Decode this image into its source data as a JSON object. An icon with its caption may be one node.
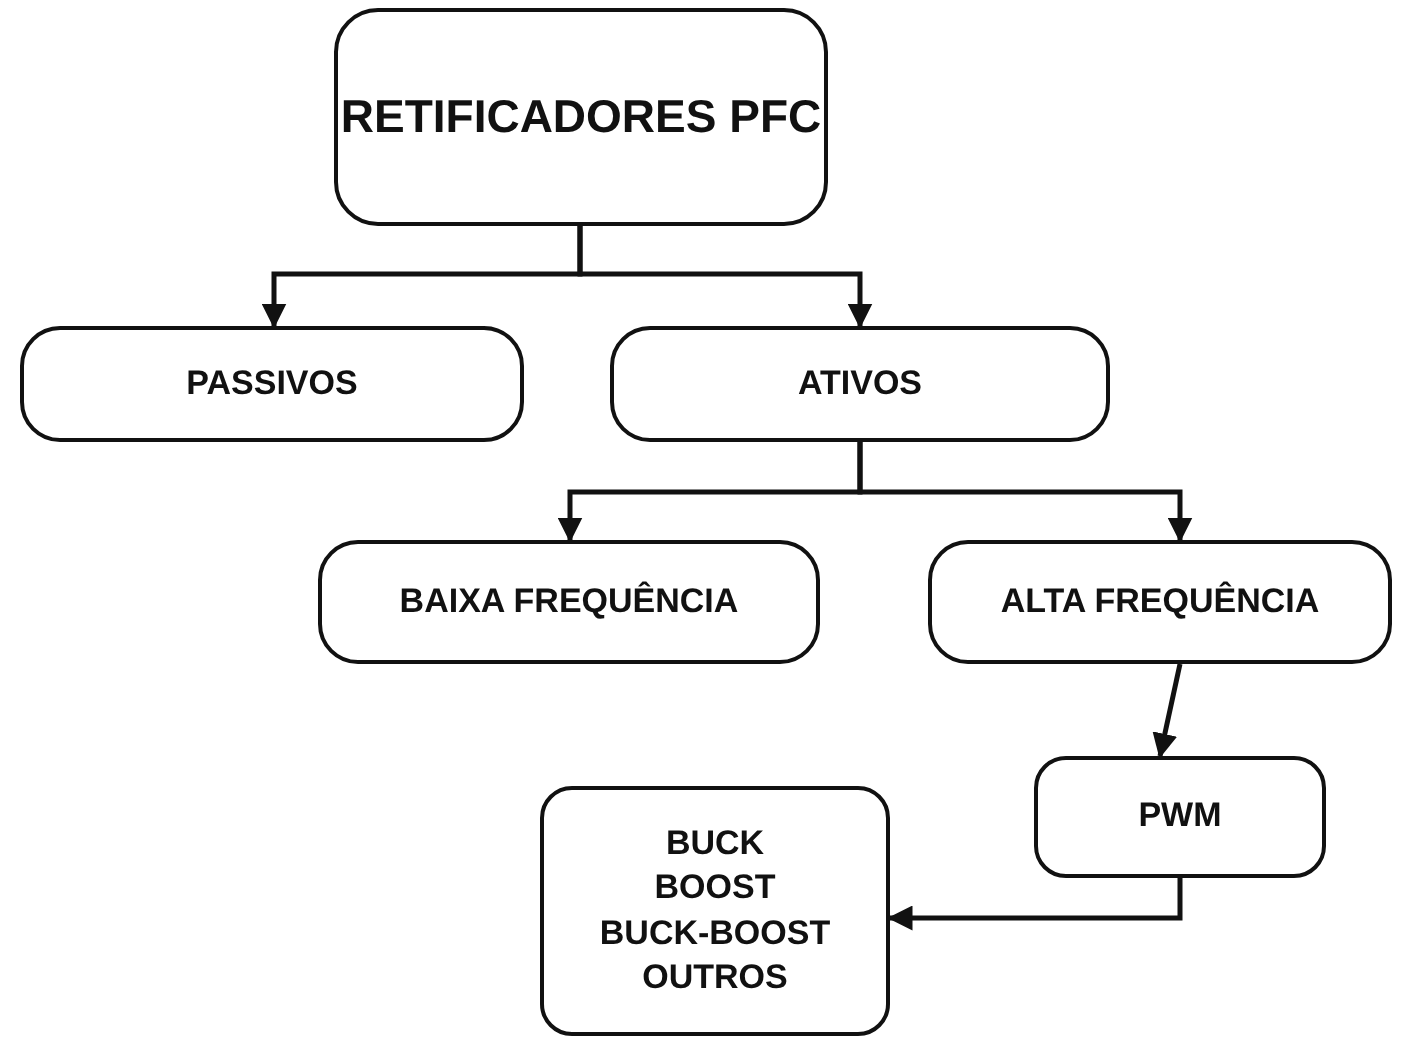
{
  "diagram": {
    "nodes": [
      {
        "text": [
          "RETIFICADORES PFC"
        ]
      },
      {
        "text": [
          "PASSIVOS"
        ]
      },
      {
        "text": [
          "ATIVOS"
        ]
      },
      {
        "text": [
          "BAIXA FREQUÊNCIA"
        ]
      },
      {
        "text": [
          "ALTA FREQUÊNCIA"
        ]
      },
      {
        "text": [
          "PWM"
        ]
      },
      {
        "text": [
          "BUCK",
          "BOOST",
          "BUCK-BOOST",
          "OUTROS"
        ]
      }
    ],
    "edges": [
      {
        "from": 0,
        "to": 1,
        "arrow": "to"
      },
      {
        "from": 0,
        "to": 2,
        "arrow": "to"
      },
      {
        "from": 2,
        "to": 3,
        "arrow": "to"
      },
      {
        "from": 2,
        "to": 4,
        "arrow": "to"
      },
      {
        "from": 4,
        "to": 5,
        "arrow": "to"
      },
      {
        "from": 5,
        "to": 6,
        "arrow": "to"
      }
    ]
  }
}
